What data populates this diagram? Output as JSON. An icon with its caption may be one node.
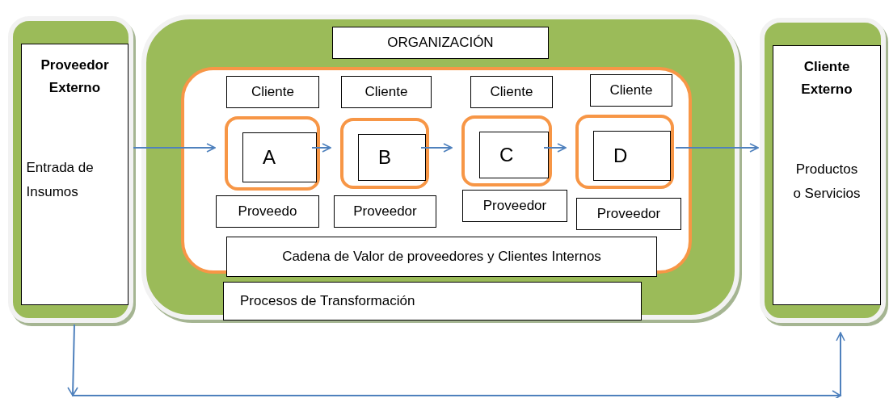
{
  "diagram": {
    "nodes": [
      {
        "text": [
          "Proveedor Externo",
          "Entrada de Insumos"
        ]
      },
      {
        "text": [],
        "shape": "box"
      },
      {
        "text": [
          "ORGANIZACIÓN"
        ],
        "in": 1
      },
      {
        "text": [],
        "shape": "box",
        "in": 1
      },
      {
        "text": [
          "Cliente"
        ],
        "in": 3
      },
      {
        "text": [
          "Cliente"
        ],
        "in": 3
      },
      {
        "text": [
          "Cliente"
        ],
        "in": 3
      },
      {
        "text": [
          "Cliente"
        ],
        "in": 3
      },
      {
        "text": [
          "A"
        ],
        "in": 3
      },
      {
        "text": [
          "B"
        ],
        "in": 3
      },
      {
        "text": [
          "C"
        ],
        "in": 3
      },
      {
        "text": [
          "D"
        ],
        "in": 3
      },
      {
        "text": [
          "Proveedo"
        ],
        "in": 3
      },
      {
        "text": [
          "Proveedor"
        ],
        "in": 3
      },
      {
        "text": [
          "Proveedor"
        ],
        "in": 3
      },
      {
        "text": [
          "Proveedor"
        ],
        "in": 3
      },
      {
        "text": [
          "Cadena de Valor  de proveedores y Clientes Internos"
        ],
        "in": 3
      },
      {
        "text": [
          "Procesos de Transformación"
        ],
        "in": 1
      },
      {
        "text": [
          "Cliente Externo",
          "Productos o Servicios"
        ]
      }
    ],
    "edges": [
      {
        "from": 0,
        "to": 8,
        "arrow": "to"
      },
      {
        "from": 8,
        "to": 9,
        "arrow": "to"
      },
      {
        "from": 9,
        "to": 10,
        "arrow": "to"
      },
      {
        "from": 10,
        "to": 11,
        "arrow": "to"
      },
      {
        "from": 11,
        "to": 18,
        "arrow": "to"
      },
      {
        "from": 0,
        "to": 18,
        "arrow": "to"
      }
    ]
  }
}
